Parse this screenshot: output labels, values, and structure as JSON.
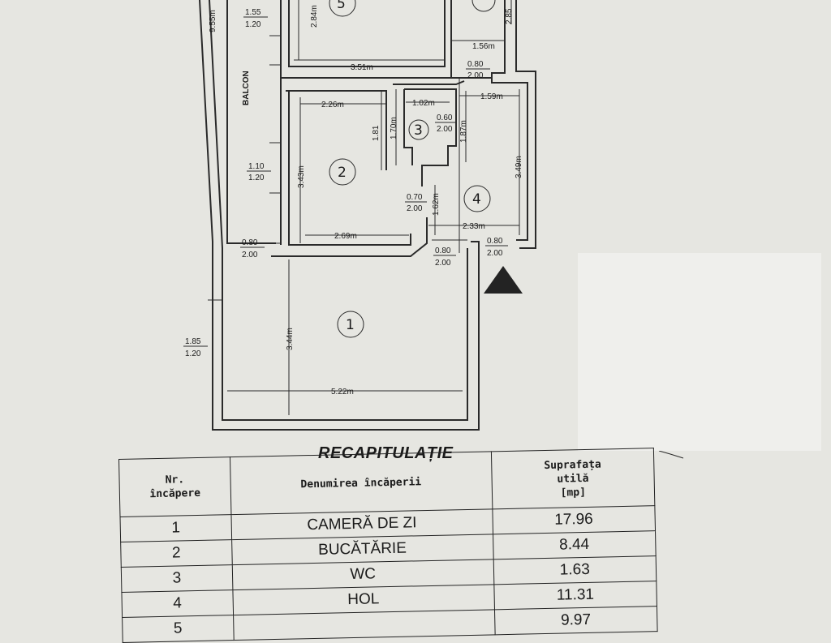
{
  "plan": {
    "balcony_label": "BALCON",
    "rooms": {
      "r1": "1",
      "r2": "2",
      "r3": "3",
      "r4": "4",
      "r5": "5"
    },
    "dims": {
      "d_955": "9.55m",
      "d_155": "1.55",
      "d_120a": "1.20",
      "d_284": "2.84m",
      "d_285": "2.85",
      "d_351": "3.51m",
      "d_156": "1.56m",
      "d_080a": "0.80",
      "d_200a": "2.00",
      "d_226": "2.26m",
      "d_102": "1.02m",
      "d_159": "1.59m",
      "d_181": "1.81",
      "d_170": "1.70m",
      "d_060": "0.60",
      "d_200b": "2.00",
      "d_187": "1.87m",
      "d_110": "1.10",
      "d_120b": "1.20",
      "d_343": "3.43m",
      "d_349": "3.49m",
      "d_070": "0.70",
      "d_200c": "2.00",
      "d_162": "1.62m",
      "d_269": "2.69m",
      "d_233": "2.33m",
      "d_080b": "0.80",
      "d_200d": "2.00",
      "d_080c": "0.80",
      "d_200e": "2.00",
      "d_080d": "0.80",
      "d_200f": "2.00",
      "d_344": "3.44m",
      "d_185": "1.85",
      "d_120c": "1.20",
      "d_522": "5.22m"
    }
  },
  "recap": {
    "title": "RECAPITULAȚIE",
    "headers": {
      "nr": [
        "Nr.",
        "încăpere"
      ],
      "name": "Denumirea încăperii",
      "area": [
        "Suprafața",
        "utilă",
        "[mp]"
      ]
    },
    "rows": [
      {
        "nr": "1",
        "name": "CAMERĂ DE ZI",
        "area": "17.96"
      },
      {
        "nr": "2",
        "name": "BUCĂTĂRIE",
        "area": "8.44"
      },
      {
        "nr": "3",
        "name": "WC",
        "area": "1.63"
      },
      {
        "nr": "4",
        "name": "HOL",
        "area": "11.31"
      },
      {
        "nr": "5",
        "name": "",
        "area": "9.97"
      }
    ]
  }
}
